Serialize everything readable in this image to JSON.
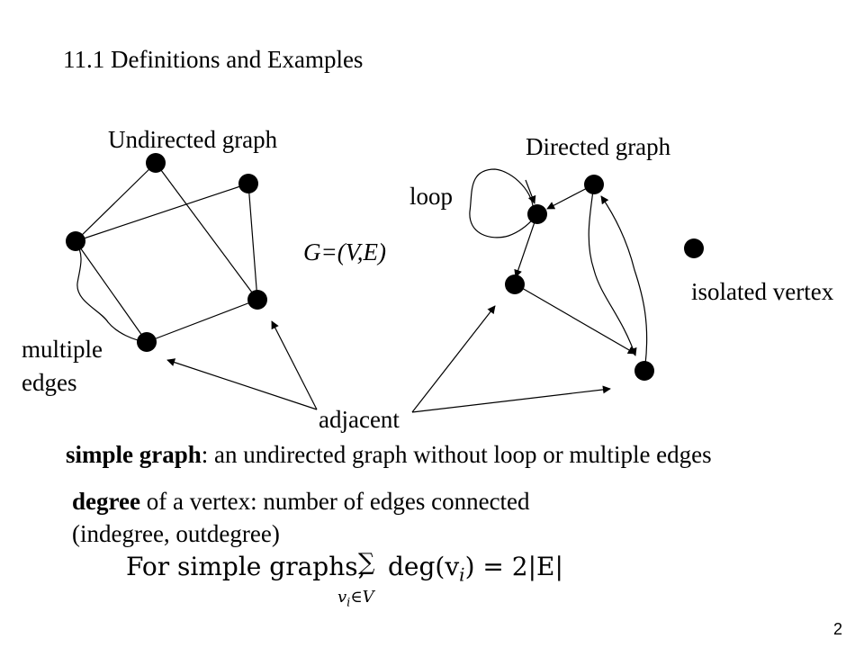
{
  "slide": {
    "title": "11.1 Definitions and Examples",
    "page_number": "2"
  },
  "labels": {
    "undirected_graph": "Undirected graph",
    "directed_graph": "Directed graph",
    "loop": "loop",
    "graph_notation": "G=(V,E)",
    "isolated_vertex": "isolated vertex",
    "multiple": "multiple",
    "edges": "edges",
    "adjacent": "adjacent"
  },
  "definitions": {
    "simple_graph_term": "simple graph",
    "simple_graph_text": ": an undirected graph without loop or multiple edges",
    "degree_term": "degree",
    "degree_text": " of a vertex: number of edges connected",
    "degree_paren": "(indegree, outdegree)"
  },
  "formula": {
    "prefix": "For simple graphs,",
    "sum_symbol": "∑",
    "body": "deg(v",
    "body_sub": "i",
    "rhs": ") = 2|E|",
    "under_v": "v",
    "under_i": "i",
    "under_rest": "∈V"
  }
}
